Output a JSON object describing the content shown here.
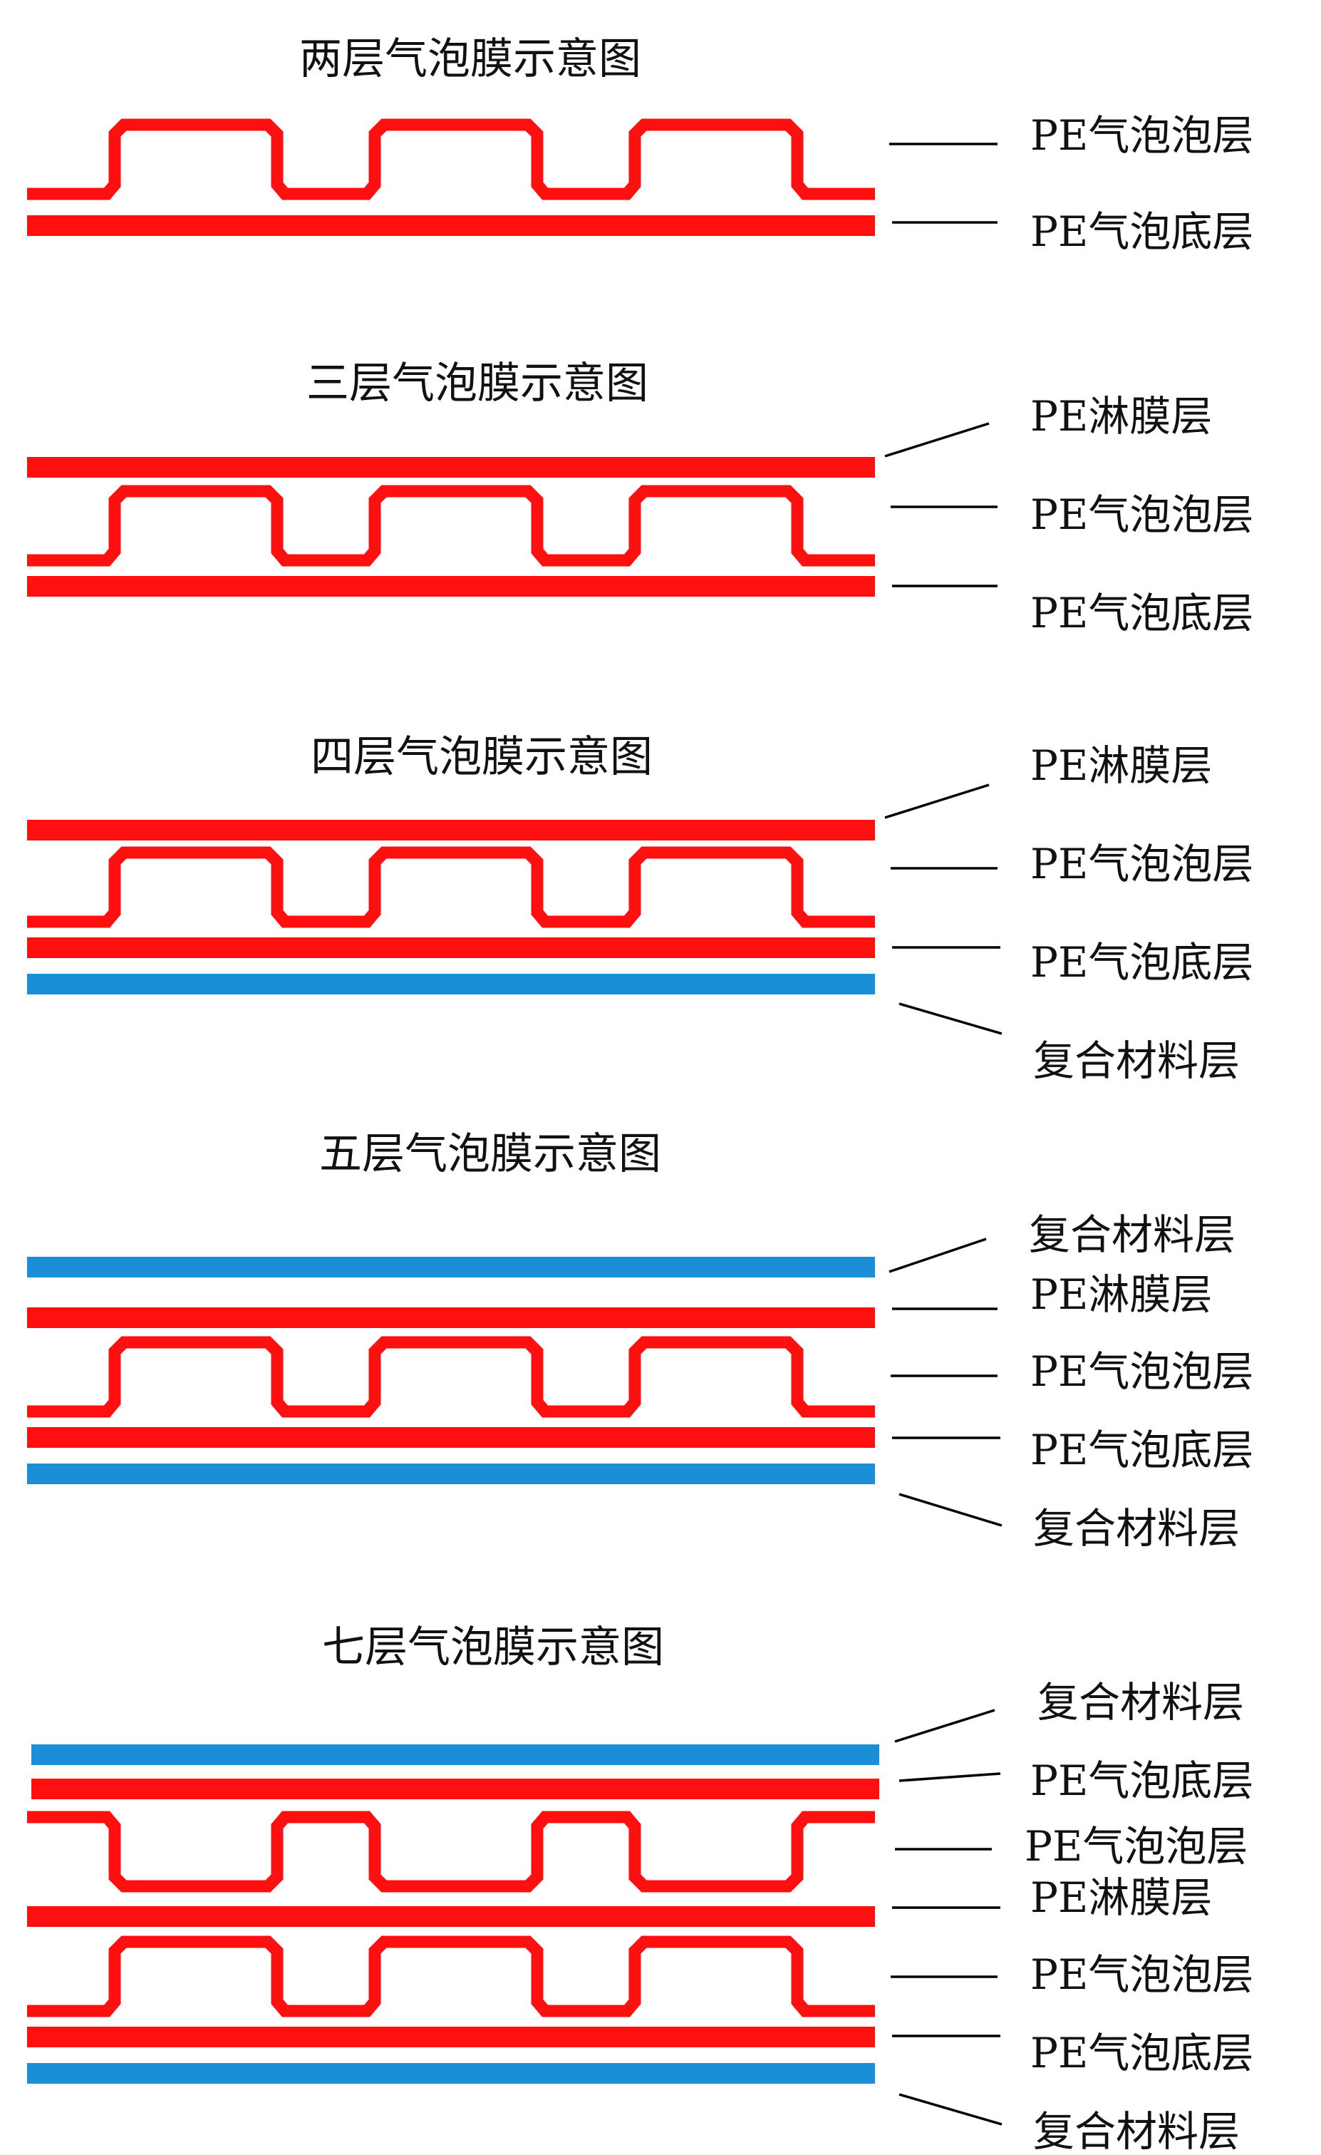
{
  "colors": {
    "pe_layer": "#ff1010",
    "composite_layer": "#1a8fd8",
    "leader_line": "#000000",
    "text": "#111111"
  },
  "diagrams": [
    {
      "title": "两层气泡膜示意图",
      "layers": [
        {
          "type": "bubble",
          "color": "pe_layer",
          "label": "PE气泡泡层"
        },
        {
          "type": "sheet",
          "color": "pe_layer",
          "label": "PE气泡底层"
        }
      ]
    },
    {
      "title": "三层气泡膜示意图",
      "layers": [
        {
          "type": "sheet",
          "color": "pe_layer",
          "label": "PE淋膜层"
        },
        {
          "type": "bubble",
          "color": "pe_layer",
          "label": "PE气泡泡层"
        },
        {
          "type": "sheet",
          "color": "pe_layer",
          "label": "PE气泡底层"
        }
      ]
    },
    {
      "title": "四层气泡膜示意图",
      "layers": [
        {
          "type": "sheet",
          "color": "pe_layer",
          "label": "PE淋膜层"
        },
        {
          "type": "bubble",
          "color": "pe_layer",
          "label": "PE气泡泡层"
        },
        {
          "type": "sheet",
          "color": "pe_layer",
          "label": "PE气泡底层"
        },
        {
          "type": "sheet",
          "color": "composite_layer",
          "label": "复合材料层"
        }
      ]
    },
    {
      "title": "五层气泡膜示意图",
      "layers": [
        {
          "type": "sheet",
          "color": "composite_layer",
          "label": "复合材料层"
        },
        {
          "type": "sheet",
          "color": "pe_layer",
          "label": "PE淋膜层"
        },
        {
          "type": "bubble",
          "color": "pe_layer",
          "label": "PE气泡泡层"
        },
        {
          "type": "sheet",
          "color": "pe_layer",
          "label": "PE气泡底层"
        },
        {
          "type": "sheet",
          "color": "composite_layer",
          "label": "复合材料层"
        }
      ]
    },
    {
      "title": "七层气泡膜示意图",
      "layers": [
        {
          "type": "sheet",
          "color": "composite_layer",
          "label": "复合材料层"
        },
        {
          "type": "sheet",
          "color": "pe_layer",
          "label": "PE气泡底层"
        },
        {
          "type": "bubble_inverted",
          "color": "pe_layer",
          "label": "PE气泡泡层"
        },
        {
          "type": "sheet",
          "color": "pe_layer",
          "label": "PE淋膜层"
        },
        {
          "type": "bubble",
          "color": "pe_layer",
          "label": "PE气泡泡层"
        },
        {
          "type": "sheet",
          "color": "pe_layer",
          "label": "PE气泡底层"
        },
        {
          "type": "sheet",
          "color": "composite_layer",
          "label": "复合材料层"
        }
      ]
    }
  ]
}
